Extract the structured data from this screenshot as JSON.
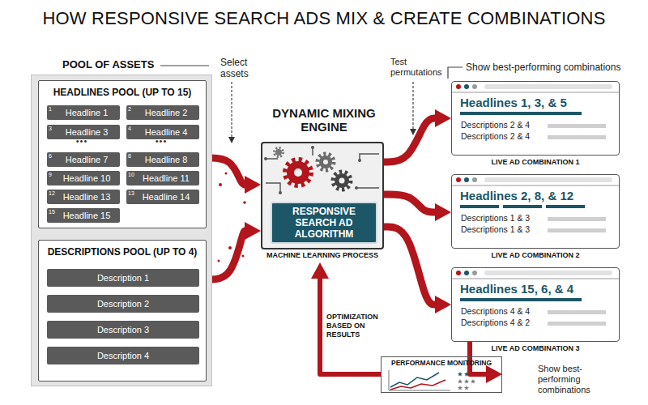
{
  "diagram": {
    "title": "HOW RESPONSIVE SEARCH ADS MIX & CREATE COMBINATIONS",
    "nodes": [
      {
        "text": [
          "POOL OF ASSETS"
        ]
      },
      {
        "text": [
          "HEADLINES POOL (UP TO 15)"
        ],
        "in": 0
      },
      {
        "text": [
          "1",
          "Headline 1"
        ],
        "in": 1
      },
      {
        "text": [
          "2",
          "Headline 2"
        ],
        "in": 1
      },
      {
        "text": [
          "3",
          "Headline 3"
        ],
        "in": 1
      },
      {
        "text": [
          "4",
          "Headline 4"
        ],
        "in": 1
      },
      {
        "text": [
          "6",
          "Headline 7"
        ],
        "in": 1
      },
      {
        "text": [
          "8",
          "Headline 8"
        ],
        "in": 1
      },
      {
        "text": [
          "9",
          "Headline 10"
        ],
        "in": 1
      },
      {
        "text": [
          "10",
          "Headline 11"
        ],
        "in": 1
      },
      {
        "text": [
          "12",
          "Headline 13"
        ],
        "in": 1
      },
      {
        "text": [
          "13",
          "Headline 14"
        ],
        "in": 1
      },
      {
        "text": [
          "15",
          "Headline 15"
        ],
        "in": 1
      },
      {
        "text": [
          "DESCRIPTIONS POOL (UP TO 4)"
        ],
        "in": 0
      },
      {
        "text": [
          "Description 1"
        ],
        "in": 13
      },
      {
        "text": [
          "Description 2"
        ],
        "in": 13
      },
      {
        "text": [
          "Description 3"
        ],
        "in": 13
      },
      {
        "text": [
          "Description 4"
        ],
        "in": 13
      },
      {
        "text": [
          "DYNAMIC MIXING ENGINE",
          "MACHINE LEARNING PROCESS"
        ]
      },
      {
        "text": [
          "RESPONSIVE SEARCH AD ALGORITHM"
        ],
        "in": 18
      },
      {
        "text": [
          "Headlines 1, 3, & 5",
          "Descriptions 2 & 4",
          "Descriptions 2 & 4",
          "LIVE AD COMBINATION 1"
        ]
      },
      {
        "text": [
          "Headlines 2, 8, & 12",
          "Descriptions 1 & 3",
          "Descriptions 1 & 3",
          "LIVE AD COMBINATION 2"
        ]
      },
      {
        "text": [
          "Headlines 15, 6, & 4",
          "Descriptions 4 & 4",
          "Descriptions 4 & 2",
          "LIVE AD COMBINATION 3"
        ]
      },
      {
        "text": [
          "PERFORMANCE MONITORING"
        ]
      }
    ],
    "edges": [
      {
        "from": 1,
        "to": 18,
        "arrow": "to"
      },
      {
        "from": 13,
        "to": 18,
        "arrow": "to"
      },
      {
        "from": 18,
        "to": 20,
        "arrow": "to"
      },
      {
        "from": 18,
        "to": 21,
        "arrow": "to"
      },
      {
        "from": 18,
        "to": 22,
        "arrow": "to"
      },
      {
        "from": 22,
        "to": 23,
        "arrow": "to"
      },
      {
        "from": 23,
        "to": 18,
        "arrow": "to"
      }
    ],
    "labels": [
      "Select assets",
      "•••",
      "•••",
      "Test permutations",
      "Show best-performing combinations",
      "OPTIMIZATION BASED ON RESULTS",
      "Show best-performing combinations"
    ]
  }
}
